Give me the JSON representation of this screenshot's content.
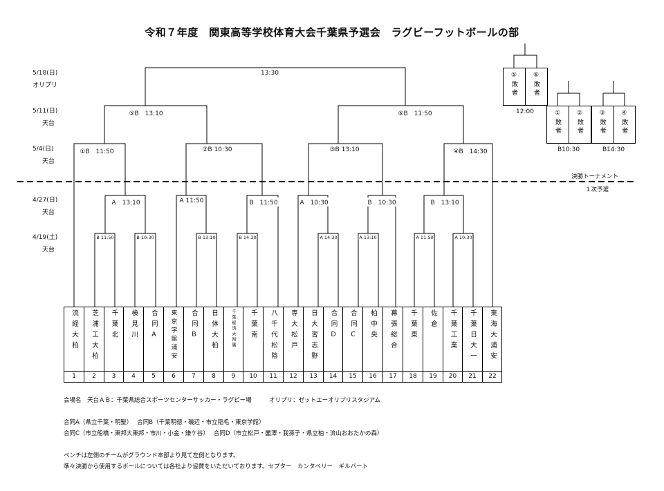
{
  "title": "令和７年度　関東高等学校体育大会千葉県予選会　ラグビーフットボールの部",
  "rounds": [
    {
      "date": "5/18(日)",
      "venue": "オリプリ"
    },
    {
      "date": "5/11(日)",
      "venue": "天台"
    },
    {
      "date": "5/4(日)",
      "venue": "天台"
    },
    {
      "date": "4/27(日)",
      "venue": "天台"
    },
    {
      "date": "4/19(土)",
      "venue": "天台"
    }
  ],
  "final_label": "13:30",
  "semi_labels": [
    "⑤B　13:10",
    "⑥B　11:50"
  ],
  "qf_labels": [
    "①B　11:50",
    "②B 10:30",
    "③B 13:10",
    "④B　14:30"
  ],
  "r2_labels": [
    "A　13:10",
    "A 11:50",
    "B　11:50",
    "A　10:30",
    "B　10:30",
    "B　13:10"
  ],
  "r1_labels": [
    "B 11:50",
    "B 10:30",
    "B 13:10",
    "B 14:30",
    "A 14:30",
    "A 13:10",
    "A 11:50",
    "A 10:30"
  ],
  "divider": {
    "upper": "決勝トーナメント",
    "lower": "１次予選"
  },
  "teams": [
    {
      "no": "1",
      "name": "流経大柏"
    },
    {
      "no": "2",
      "name": "芝浦工大柏"
    },
    {
      "no": "3",
      "name": "千葉北"
    },
    {
      "no": "4",
      "name": "検見川"
    },
    {
      "no": "5",
      "name": "合同A"
    },
    {
      "no": "6",
      "name": "東京学館浦安"
    },
    {
      "no": "7",
      "name": "合同B"
    },
    {
      "no": "8",
      "name": "日体大柏"
    },
    {
      "no": "9",
      "name": "千葉経済大附属"
    },
    {
      "no": "10",
      "name": "千葉南"
    },
    {
      "no": "11",
      "name": "八千代松陰"
    },
    {
      "no": "12",
      "name": "専大松戸"
    },
    {
      "no": "13",
      "name": "日大習志野"
    },
    {
      "no": "14",
      "name": "合同D"
    },
    {
      "no": "15",
      "name": "合同C"
    },
    {
      "no": "16",
      "name": "柏中央"
    },
    {
      "no": "17",
      "name": "幕張総合"
    },
    {
      "no": "18",
      "name": "千葉東"
    },
    {
      "no": "19",
      "name": "佐倉"
    },
    {
      "no": "20",
      "name": "千葉工業"
    },
    {
      "no": "21",
      "name": "千葉日大一"
    },
    {
      "no": "22",
      "name": "東海大浦安"
    }
  ],
  "consolation": {
    "top": {
      "a": "⑤敗者",
      "b": "⑥敗者",
      "time": "12:00"
    },
    "left": {
      "a": "①敗者",
      "b": "②敗者",
      "time": "B10:30"
    },
    "right": {
      "a": "③敗者",
      "b": "④敗者",
      "time": "B14:30"
    }
  },
  "notes": {
    "venue": "会場名　天台ＡＢ：千葉県総合スポーツセンターサッカー・ラグビー場　　　オリプリ：ゼットエーオリプリスタジアム",
    "joint1": "合同A（県立千葉・明聖）　 合同B（千葉明徳・磯辺・市立稲毛・東京学館）",
    "joint2": "合同C（市立船橋・東邦大東邦・市川・小金・鎌ケ谷）　 合同D（市立松戸・麗澤・我孫子・県立柏・流山おおたかの森）",
    "bench": "ベンチは左側のチームがグラウンド本部より見て左側となります。",
    "ball": "準々決勝から使用するボールについては各社より協賛をいただいております。セプター　カンタベリー　ギルバート"
  }
}
